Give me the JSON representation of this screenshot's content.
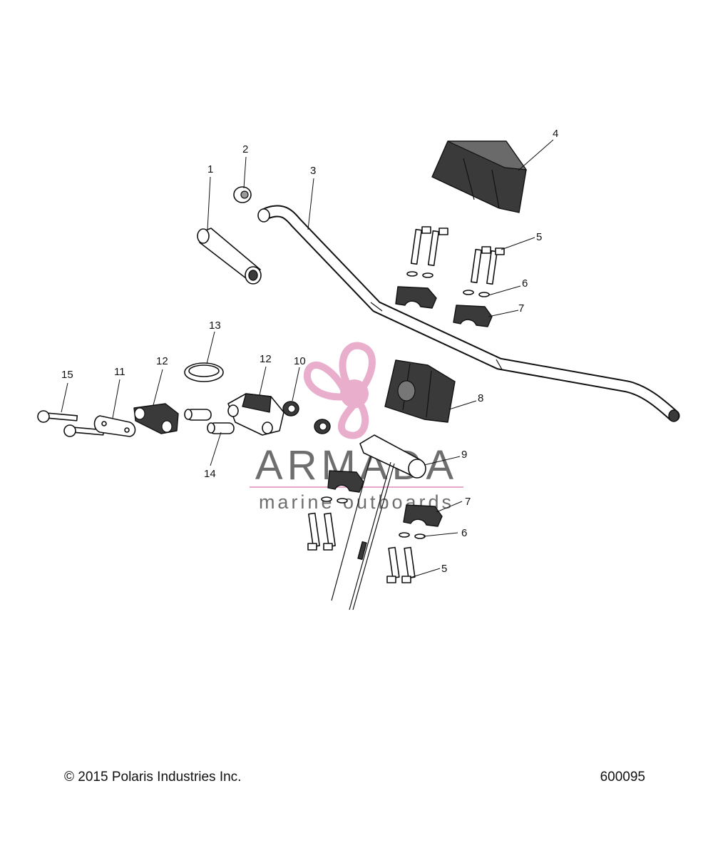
{
  "callouts": [
    "1",
    "2",
    "3",
    "4",
    "5",
    "6",
    "7",
    "8",
    "9",
    "10",
    "11",
    "12",
    "13",
    "14",
    "15"
  ],
  "watermark": {
    "brand": "ARMADA",
    "tagline": "marine outboards",
    "colors": {
      "propeller": "#e8a6c8",
      "text": "#555555",
      "rule": "#e8a6c8"
    }
  },
  "footer": {
    "copyright": "© 2015 Polaris Industries Inc.",
    "drawing_number": "600095"
  }
}
